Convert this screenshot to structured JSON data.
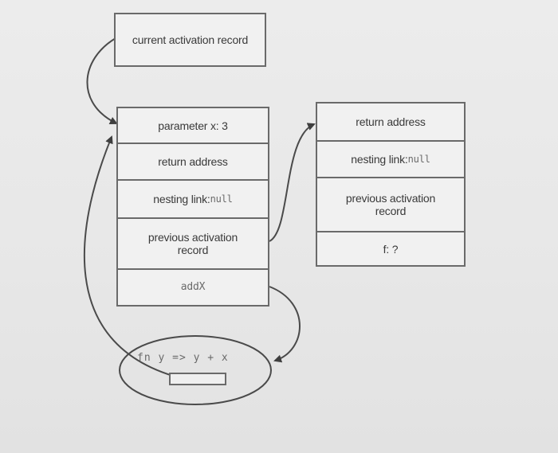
{
  "current_record": {
    "label": "current activation record"
  },
  "left_record": {
    "param_label": "parameter x: 3",
    "return_label": "return address",
    "nesting_text": "nesting link: ",
    "nesting_value": "null",
    "previous_label": "previous activation record",
    "addx_label": "addX"
  },
  "right_record": {
    "return_label": "return address",
    "nesting_text": "nesting link: ",
    "nesting_value": "null",
    "previous_label": "previous activation record",
    "f_label": "f: ?"
  },
  "closure": {
    "code_label": "fn y => y + x"
  }
}
